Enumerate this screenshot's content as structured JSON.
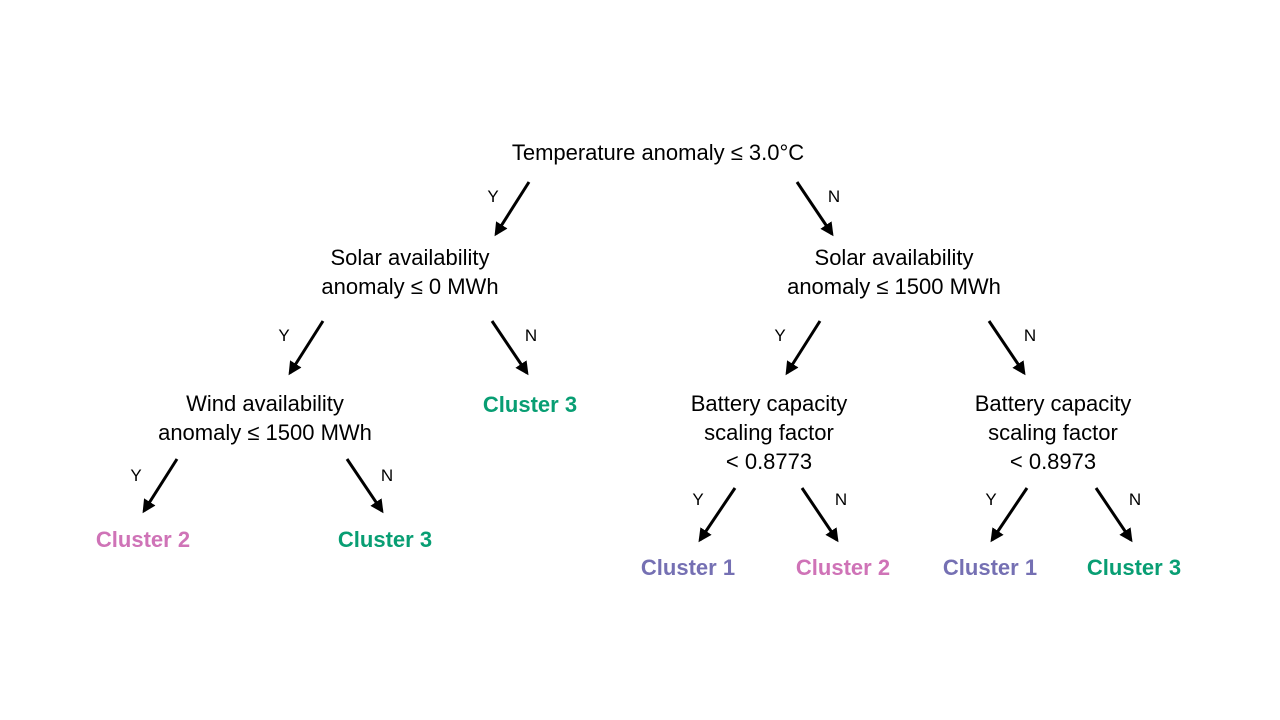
{
  "nodes": {
    "root": {
      "line1": "Temperature anomaly ≤ 3.0°C"
    },
    "solar_left": {
      "line1": "Solar availability",
      "line2": "anomaly ≤ 0 MWh"
    },
    "solar_right": {
      "line1": "Solar availability",
      "line2": "anomaly ≤ 1500 MWh"
    },
    "wind": {
      "line1": "Wind availability",
      "line2": "anomaly ≤ 1500 MWh"
    },
    "battery_left": {
      "line1": "Battery capacity",
      "line2": "scaling factor",
      "line3": "< 0.8773"
    },
    "battery_right": {
      "line1": "Battery capacity",
      "line2": "scaling factor",
      "line3": "< 0.8973"
    }
  },
  "branch_labels": {
    "yes": "Y",
    "no": "N"
  },
  "leaves": {
    "solar_left_no": "Cluster 3",
    "wind_yes": "Cluster 2",
    "wind_no": "Cluster 3",
    "battery_left_yes": "Cluster 1",
    "battery_left_no": "Cluster 2",
    "battery_right_yes": "Cluster 1",
    "battery_right_no": "Cluster 3"
  },
  "colors": {
    "cluster_1": "#7570b3",
    "cluster_2": "#cf73b7",
    "cluster_3": "#089e73",
    "arrow": "#000000"
  }
}
